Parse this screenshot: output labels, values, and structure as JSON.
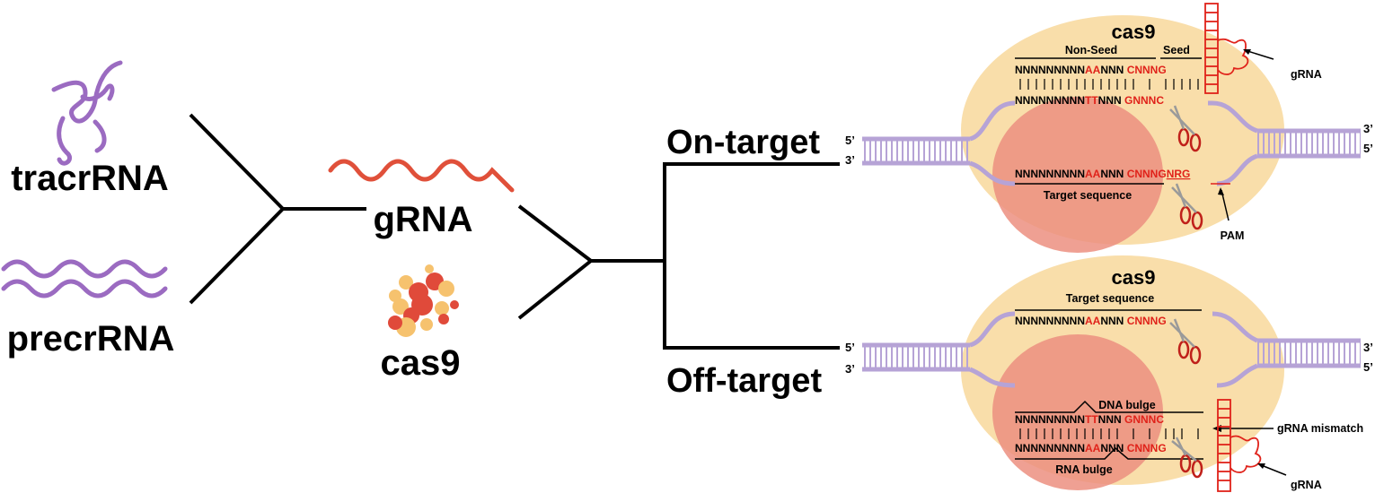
{
  "left": {
    "tracrrna": "tracrRNA",
    "precrrna": "precrRNA",
    "grna": "gRNA",
    "cas9": "cas9"
  },
  "branches": {
    "on_target": "On-target",
    "off_target": "Off-target"
  },
  "on_panel": {
    "cas9": "cas9",
    "non_seed": "Non-Seed",
    "seed": "Seed",
    "row1": {
      "a": "NNNNNNNNN",
      "b": "AA",
      "c": "NNN",
      "d": "CNNNG"
    },
    "row2": {
      "a": "NNNNNNNNN",
      "b": "TT",
      "c": "NNN",
      "d": "GNNNC"
    },
    "row3": {
      "a": "NNNNNNNNN",
      "b": "AA",
      "c": "NNN",
      "d": "CNNNG",
      "e": "NRG"
    },
    "target_sequence": "Target sequence",
    "grna": "gRNA",
    "pam": "PAM",
    "p5_left": "5’",
    "p3_left": "3’",
    "p3_right": "3’",
    "p5_right": "5’"
  },
  "off_panel": {
    "cas9": "cas9",
    "target_sequence": "Target sequence",
    "row1": {
      "a": "NNNNNNNNN",
      "b": "AA",
      "c": "NNN",
      "d": "CNNNG"
    },
    "dna_bulge": "DNA bulge",
    "row2": {
      "a": "NNNNNNNNN",
      "b": "TT",
      "c": "NNN",
      "d": "GNNNC"
    },
    "row3": {
      "a": "NNNNNNNNN",
      "b": "AA",
      "c": "NNN",
      "d": "CNNNG"
    },
    "rna_bulge": "RNA bulge",
    "grna_mismatch": "gRNA mismatch",
    "grna": "gRNA",
    "p5_left": "5’",
    "p3_left": "3’",
    "p3_right": "3’",
    "p5_right": "5’"
  },
  "colors": {
    "purple": "#9b6bc1",
    "strand": "#b6a3d6",
    "red_rna": "#e0503a",
    "cas9_lobe": "#f9deaa",
    "cas9_lobe2": "#ec8f80",
    "highlight_red": "#e0221a"
  }
}
